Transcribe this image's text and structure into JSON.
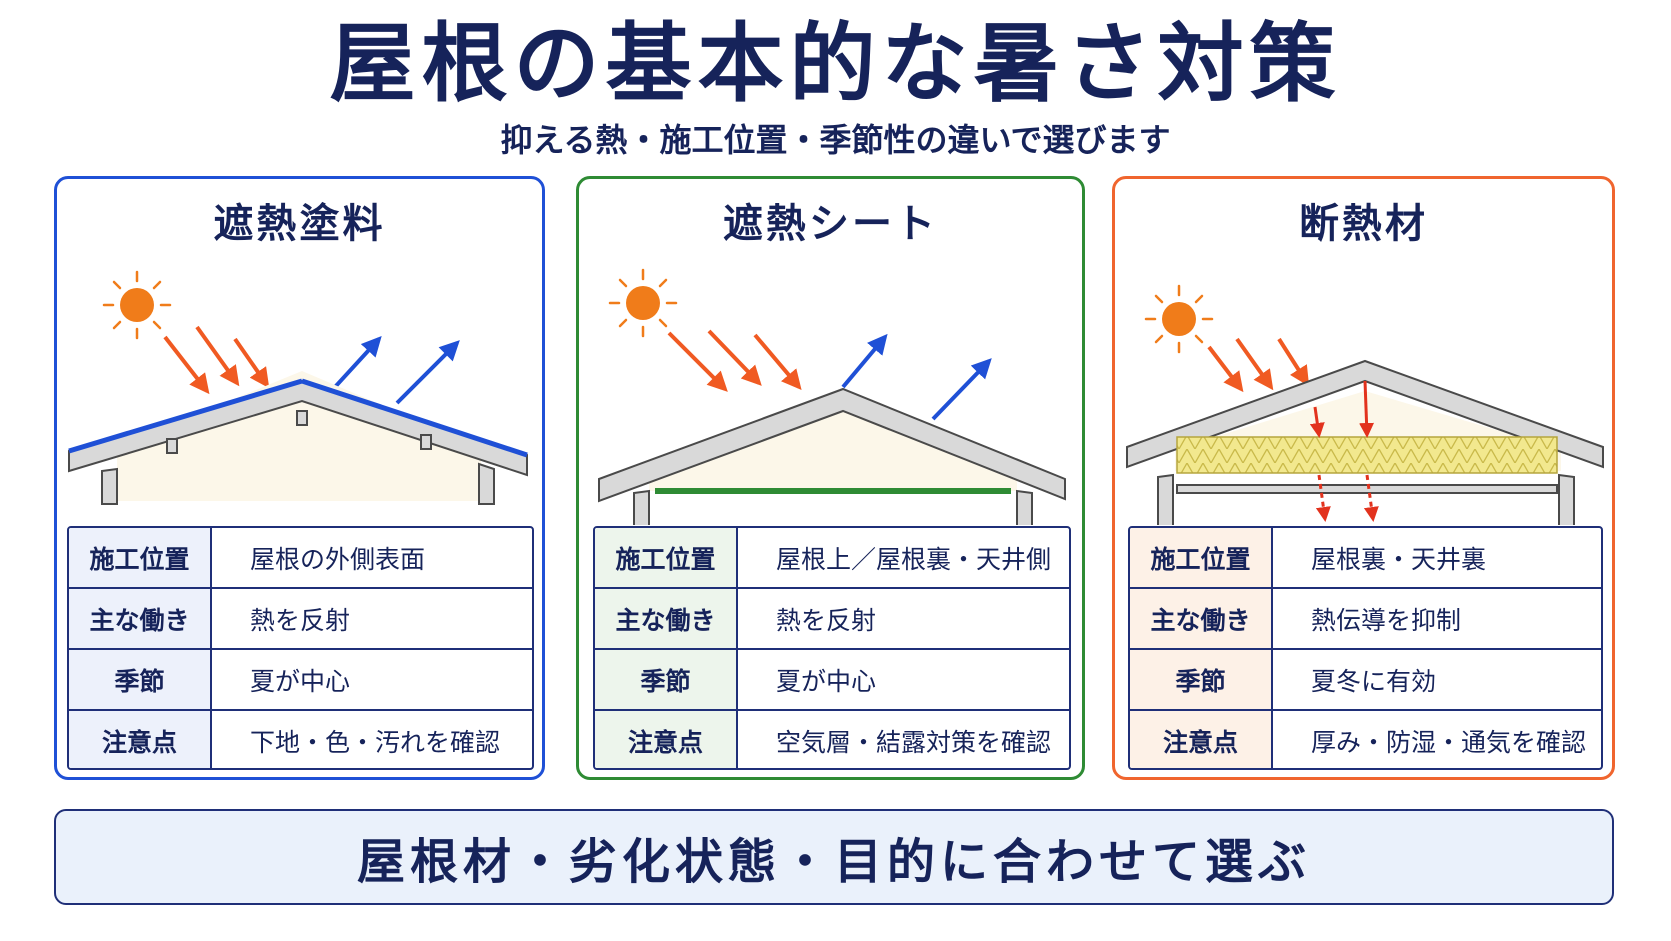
{
  "header": {
    "title": "屋根の基本的な暑さ対策",
    "subtitle": "抑える熱・施工位置・季節性の違いで選びます"
  },
  "colors": {
    "panel_blue": "#1f50d6",
    "panel_green": "#2e8b34",
    "panel_orange": "#f0652e",
    "sun": "#f07c1a",
    "heat_arrow": "#f05a22",
    "reflect_arrow": "#1f50d6",
    "insulation": "#f2e88e"
  },
  "panels": [
    {
      "title": "遮熱塗料",
      "rows": [
        {
          "label": "施工位置",
          "value": "屋根の外側表面"
        },
        {
          "label": "主な働き",
          "value": "熱を反射"
        },
        {
          "label": "季節",
          "value": "夏が中心"
        },
        {
          "label": "注意点",
          "value": "下地・色・汚れを確認"
        }
      ]
    },
    {
      "title": "遮熱シート",
      "rows": [
        {
          "label": "施工位置",
          "value": "屋根上／屋根裏・天井側"
        },
        {
          "label": "主な働き",
          "value": "熱を反射"
        },
        {
          "label": "季節",
          "value": "夏が中心"
        },
        {
          "label": "注意点",
          "value": "空気層・結露対策を確認"
        }
      ]
    },
    {
      "title": "断熱材",
      "rows": [
        {
          "label": "施工位置",
          "value": "屋根裏・天井裏"
        },
        {
          "label": "主な働き",
          "value": "熱伝導を抑制"
        },
        {
          "label": "季節",
          "value": "夏冬に有効"
        },
        {
          "label": "注意点",
          "value": "厚み・防湿・通気を確認"
        }
      ]
    }
  ],
  "footer": {
    "banner": "屋根材・劣化状態・目的に合わせて選ぶ"
  }
}
